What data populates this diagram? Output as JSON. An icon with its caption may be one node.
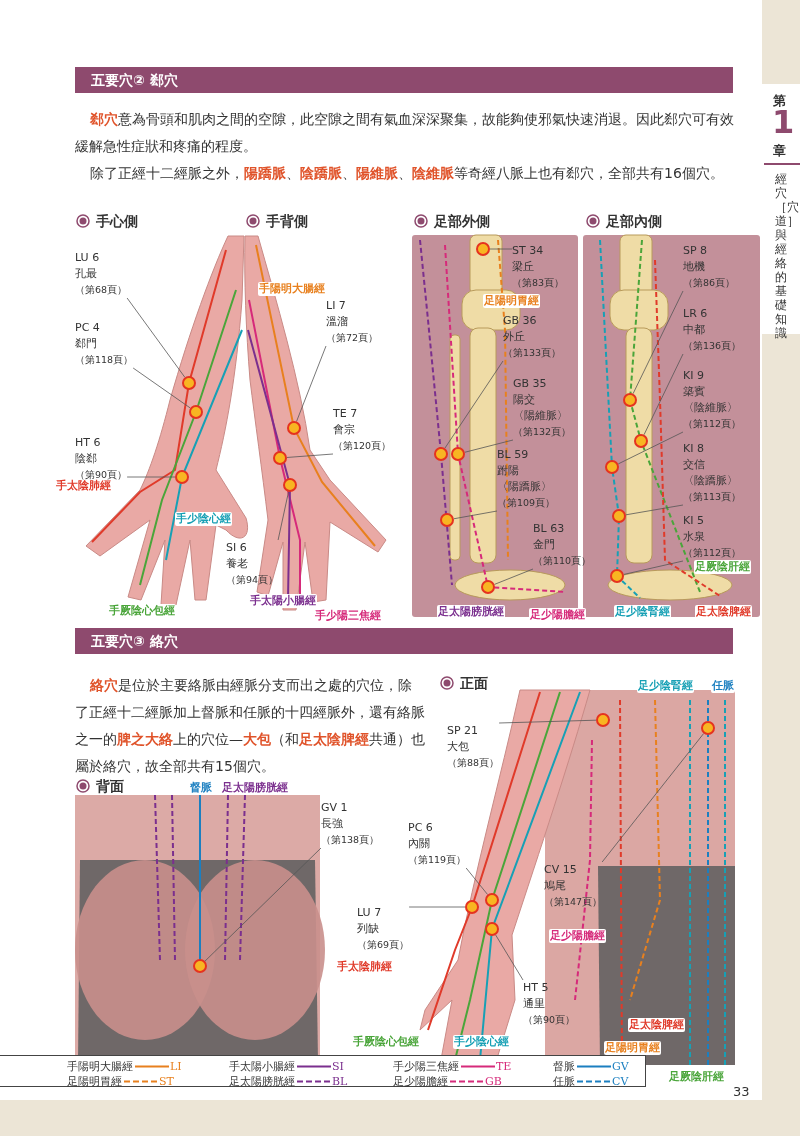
{
  "diagram": {
    "nodes": [
      {
        "text": [
          "LU 6",
          "孔最",
          "（第68頁）"
        ]
      },
      {
        "text": [],
        "shape": "circle"
      },
      {
        "text": [
          "PC 4",
          "郄門",
          "（第118頁）"
        ]
      },
      {
        "text": [],
        "shape": "circle"
      },
      {
        "text": [
          "HT 6",
          "陰郄",
          "（第90頁）"
        ]
      },
      {
        "text": [],
        "shape": "circle"
      },
      {
        "text": [
          "LI 7",
          "溫溜",
          "（第72頁）"
        ]
      },
      {
        "text": [],
        "shape": "circle"
      },
      {
        "text": [
          "TE 7",
          "會宗",
          "（第120頁）"
        ]
      },
      {
        "text": [],
        "shape": "circle"
      },
      {
        "text": [
          "SI 6",
          "養老",
          "（第94頁）"
        ]
      },
      {
        "text": [],
        "shape": "circle"
      },
      {
        "text": [
          "ST 34",
          "梁丘",
          "（第83頁）"
        ]
      },
      {
        "text": [],
        "shape": "circle"
      },
      {
        "text": [
          "GB 36",
          "外丘",
          "（第133頁）"
        ]
      },
      {
        "text": [],
        "shape": "circle"
      },
      {
        "text": [
          "GB 35",
          "陽交",
          "〈陽維脈〉",
          "（第132頁）"
        ]
      },
      {
        "text": [],
        "shape": "circle"
      },
      {
        "text": [
          "BL 59",
          "跗陽",
          "〈陽蹻脈〉",
          "（第109頁）"
        ]
      },
      {
        "text": [],
        "shape": "circle"
      },
      {
        "text": [
          "BL 63",
          "金門",
          "（第110頁）"
        ]
      },
      {
        "text": [],
        "shape": "circle"
      },
      {
        "text": [
          "SP 8",
          "地機",
          "（第86頁）"
        ]
      },
      {
        "text": [],
        "shape": "circle"
      },
      {
        "text": [
          "LR 6",
          "中都",
          "（第136頁）"
        ]
      },
      {
        "text": [],
        "shape": "circle"
      },
      {
        "text": [
          "KI 9",
          "築賓",
          "〈陰維脈〉",
          "（第112頁）"
        ]
      },
      {
        "text": [],
        "shape": "circle"
      },
      {
        "text": [
          "KI 8",
          "交信",
          "〈陰蹻脈〉",
          "（第113頁）"
        ]
      },
      {
        "text": [],
        "shape": "circle"
      },
      {
        "text": [
          "KI 5",
          "水泉",
          "（第112頁）"
        ]
      },
      {
        "text": [],
        "shape": "circle"
      },
      {
        "text": [
          "SP 21",
          "大包",
          "（第88頁）"
        ]
      },
      {
        "text": [],
        "shape": "circle"
      },
      {
        "text": [
          "GV 1",
          "長強",
          "（第138頁）"
        ]
      },
      {
        "text": [],
        "shape": "circle"
      },
      {
        "text": [
          "PC 6",
          "內關",
          "（第119頁）"
        ]
      },
      {
        "text": [],
        "shape": "circle"
      },
      {
        "text": [
          "CV 15",
          "鳩尾",
          "（第147頁）"
        ]
      },
      {
        "text": [],
        "shape": "circle"
      },
      {
        "text": [
          "LU 7",
          "列缺",
          "（第69頁）"
        ]
      },
      {
        "text": [],
        "shape": "circle"
      },
      {
        "text": [
          "HT 5",
          "通里",
          "（第90頁）"
        ]
      },
      {
        "text": [],
        "shape": "circle"
      }
    ],
    "edges": [
      {
        "from": 0,
        "to": 1,
        "arrow": "none"
      },
      {
        "from": 2,
        "to": 3,
        "arrow": "none"
      },
      {
        "from": 4,
        "to": 5,
        "arrow": "none"
      },
      {
        "from": 6,
        "to": 7,
        "arrow": "none"
      },
      {
        "from": 8,
        "to": 9,
        "arrow": "none"
      },
      {
        "from": 10,
        "to": 11,
        "arrow": "none"
      },
      {
        "from": 12,
        "to": 13,
        "arrow": "none"
      },
      {
        "from": 14,
        "to": 15,
        "arrow": "none"
      },
      {
        "from": 16,
        "to": 17,
        "arrow": "none"
      },
      {
        "from": 18,
        "to": 19,
        "arrow": "none"
      },
      {
        "from": 20,
        "to": 21,
        "arrow": "none"
      },
      {
        "from": 22,
        "to": 23,
        "arrow": "none"
      },
      {
        "from": 24,
        "to": 25,
        "arrow": "none"
      },
      {
        "from": 26,
        "to": 27,
        "arrow": "none"
      },
      {
        "from": 28,
        "to": 29,
        "arrow": "none"
      },
      {
        "from": 30,
        "to": 31,
        "arrow": "none"
      },
      {
        "from": 32,
        "to": 33,
        "arrow": "none"
      },
      {
        "from": 34,
        "to": 35,
        "arrow": "none"
      },
      {
        "from": 36,
        "to": 37,
        "arrow": "none"
      },
      {
        "from": 38,
        "to": 39,
        "arrow": "none"
      },
      {
        "from": 40,
        "to": 41,
        "arrow": "none"
      },
      {
        "from": 42,
        "to": 43,
        "arrow": "none"
      }
    ],
    "labels": [
      "第",
      "1",
      "章",
      "經穴［穴道］與經絡的基礎知識",
      "五要穴② 郄穴",
      "**郄穴**意為骨頭和肌肉之間的空隙，此空隙之間有氣血深深聚集，故能夠使邪氣快速消退。因此郄穴可有效緩解急性症狀和疼痛的程度。",
      "除了正經十二經脈之外，**陽蹻脈**、**陰蹻脈**、**陽維脈**、**陰維脈**等奇經八脈上也有郄穴，全部共有16個穴。",
      "手心側",
      "手背側",
      "足部外側",
      "足部內側",
      "手陽明大腸經",
      "足陽明胃經",
      "手太陰肺經",
      "手少陰心經",
      "足厥陰肝經",
      "手太陽小腸經",
      "手厥陰心包經",
      "手少陽三焦經",
      "足太陽膀胱經",
      "足少陽膽經",
      "足少陰腎經",
      "足太陰脾經",
      "五要穴③ 絡穴",
      "**絡穴**是位於主要絡脈由經脈分支而出之處的穴位，除了正經十二經脈加上督脈和任脈的十四經脈外，還有絡脈之一的**脾之大絡**上的穴位—**大包**（和**足太陰脾經**共通）也屬於絡穴，故全部共有15個穴。",
      "正面",
      "足少陰腎經",
      "任脈",
      "背面",
      "督脈",
      "足太陽膀胱經",
      "足少陽膽經",
      "手太陰肺經",
      "足太陰脾經",
      "手厥陰心包經",
      "手少陰心經",
      "足陽明胃經",
      "足厥陰肝經",
      "33",
      "LI",
      "SI",
      "TE",
      "GV",
      "ST",
      "BL",
      "GB",
      "CV"
    ],
    "legend": [
      {
        "text": "手陽明大腸經"
      },
      {
        "text": "手太陽小腸經"
      },
      {
        "text": "手少陽三焦經"
      },
      {
        "text": "督脈"
      },
      {
        "text": "足陽明胃經"
      },
      {
        "text": "足太陽膀胱經"
      },
      {
        "text": "足少陽膽經"
      },
      {
        "text": "任脈"
      }
    ]
  }
}
